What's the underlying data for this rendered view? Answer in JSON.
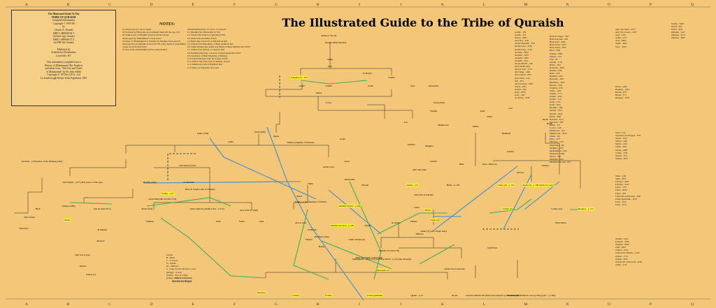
{
  "title": "The Illustrated Guide to the Tribe of Quraish",
  "info_lines": [
    "The Illustrated Guide To The",
    "TRIBE OF QURAISH",
    "Compiled Information",
    "Copyright © 1995-98",
    "by",
    "Charles E. Darnell",
    "ISBN 1-889949-02-7",
    "(in hard copy format)",
    "ISBN 1-889949-27-2",
    "(in PDF file format)",
    "",
    "Published by",
    "Vishnulouis Distribution,",
    "Louisville, KY",
    "",
    "This information compiled from a",
    "History of Muhammad (The Prophet)",
    "and taken from, \"The Life and Times",
    "of Muhammad\" by Sir John Glubb",
    "Copyright © 1970 by J.B.G., Ltd",
    "1st Scarborough House Trade Paperback 1991"
  ],
  "notes_title": "NOTES:",
  "notes_left": [
    "#1 Khuzaa drove out by Qusai",
    "#2 Suckled by Halceema and remained there till the age of 6",
    "#3 Orphan son of Hashim reared in uncle's house",
    "#4 Adopted by Muhammad to help uncle",
    "#5 None of Muhammad's 6 children by Khadija lived past 40",
    "#6 Raised by grandfather from 576-578. After death of grandfather raised by uncle Abu Talib",
    "#7 Abu Talib and Abdulla had the same mother"
  ],
  "notes_right": [
    "#8 Muhammad had 13 wives, as follows:",
    "#  1 Khadija bint Khuwailid m 595",
    "#  2 Sauda bint Zamaa of Quraish m 619",
    "#  3 Aisha bint abu Bekr m 623",
    "#  4 Hafsa bint Umar ibn al Khattab m 625",
    "#  5 Zainab bint Khuzaima, of Beni Aamir m 625",
    "#  6 Umm Salama (her name was Hind) of Beni Makhzoom m 626",
    "#  7 Zainab bint Jahash, a cousin m 626",
    "#  8 Railiana bint Amr, a Jewess of Beni Quraidha m 627",
    "#  9 Juwairiya of Beni Mustaliq of Khuzaa",
    "# 10 Umm Habeeba bint abi Sofian m 628",
    "# 11 Safiya bint Huyai ibn al Akhtab, Jewess",
    "# 12 Maimoona bint al Harith m 629",
    "# 13 Mary, an Egyptian slave girl"
  ],
  "col_letters": [
    "A",
    "B",
    "C",
    "D",
    "E",
    "F",
    "G",
    "H",
    "I",
    "J",
    "K",
    "L",
    "M",
    "N",
    "O",
    "P",
    "Q"
  ],
  "col_lists": {
    "q1": [
      "Aamir - J52",
      "Aamir - J57",
      "Abbas - M61",
      "Abd Dar - A49",
      "Abdul Muttalib - F61",
      "Abdul Uzza - K49",
      "Abdul Uzza - L49",
      "Abdulla - H54",
      "Abdulla - M57",
      "Abdulla - M47",
      "Abdulla - P51",
      "Abdul Manaf - I48",
      "Abd Shams B47",
      "Abu al Aasi - C53",
      "Abu Bekr - O48",
      "Abu Sofian - B55",
      "Abu Talib - G61",
      "Adi - P51",
      "Ali ibn Kaab - D82",
      "Aman - O61",
      "Amina - J82",
      "Asbi - M70",
      "Asbi - O47",
      "Al Abbas - K58"
    ],
    "q2": [
      "Amr abu Jahal - K73",
      "Amr ibn al Aasi - A78",
      "Aasi - L63",
      "Asma - L57",
      "Asia - M64",
      "Asma - K64",
      "Syuc - M72"
    ],
    "q3": [
      "Nabnu - M22",
      "Nofal - E67",
      "Nofal - K47",
      "Othman - A47",
      "Othman - K74",
      "Othman - D65"
    ],
    "q4": [
      "Rabia - A69",
      "Ruqaiya - Q61",
      "Razah - P57",
      "Riyah - F71",
      "Ruqaiya - H76"
    ],
    "q5": [
      "Saad - L31",
      "Saad ibn abi Waqqas - F79",
      "Saeed - C62",
      "Safiya - O61",
      "Salma - O41",
      "Sahm - N61",
      "Sauda - N68",
      "Sofian - L59",
      "Shaiba - F71",
      "Shaiba - D25"
    ],
    "q6": [
      "Taim - L28",
      "Talib - F67",
      "Umaiya - B53",
      "Umaiya - K44",
      "Umar - L55",
      "Umar - M33",
      "Umar - I56",
      "Umar ibn al Khattab - A82",
      "Umm Qualthum - K78",
      "Uzza - K22",
      "Uzza - K16"
    ],
    "q7": [
      "Wuhab - Q35",
      "Waqqas - K69",
      "Yaqdhu - M28",
      "Zaid - M57",
      "Zainab - K79",
      "Zainab ibn Haritha - O76",
      "Zubair - C76",
      "Zubair - K65",
      "Zubair ibn al Awwam - K66",
      "Zuhra - L52"
    ],
    "p1": [
      "Beni Al Najjar - E47",
      "Beni Kinanah - K8",
      "Beni Saad - K65",
      "Beni Zuhra - H53",
      "Beni Zuhra - P63",
      "Bilal - N60",
      "Fatima - H83",
      "Fatima - J76",
      "Fihr - I6",
      "Ghalib - L18",
      "Hafsa - P41",
      "Haleema - K69",
      "Hamza - N61",
      "Harb - A57",
      "Hashim - D47",
      "Hawazin - K67",
      "Hudhaifa - O53",
      "Husain - N23",
      "Ibrahim - P76",
      "Jaafar - G65",
      "Jahash - C73",
      "Jumah - O32",
      "Juraha - L12",
      "Kaab - L33",
      "Kaab - N22",
      "Khadija - J69",
      "Khalaf - O51",
      "Khalid - M41",
      "Kilab - H48",
      "Kinanah - K11",
      "Kinanah - J58",
      "Kinda - K7",
      "Lowai - L20",
      "Maimoona - I61",
      "Makhzoom - M30",
      "Malik - K3",
      "Mary - P77",
      "Marwan - C65",
      "Maymuna - I61",
      "Mughira - L67",
      "Muhammad - L69",
      "Mukassir - A69",
      "Murra - J23",
      "Muttalib - E42",
      "Muttalib ibn Adi - B77"
    ]
  },
  "legend": [
    "Guide:",
    "B - Birth",
    "C - Convert",
    "D - Death",
    "M - Married",
    "p - page # from reference work",
    "(Reign) - A note",
    "(Num) - Year if 3 digit",
    "(Num) - Wife if 1 or 2 digit"
  ],
  "other_corp": [
    "Other Converts:",
    "Saad ibn abi Waqqas"
  ],
  "nodes": {
    "adnan": "Adnan (c 36-12)",
    "fihr": "Fihr",
    "malik": "Malik",
    "kinana": "Kinana (Bani Kinana)",
    "lowai": "Lowai",
    "ghalib": "Ghalib",
    "muharib": "Muharib",
    "harith": "Al Harith",
    "aamir": "Aamir",
    "usama": "Usama",
    "asuia": "Asuia",
    "saad": "Saad",
    "khuzaima": "Khuzaima",
    "murra": "Murra",
    "kaab": "Kaab (599)",
    "kilab": "Kilab (580)",
    "adi": "Adi",
    "qusai": "Qusai",
    "yaqdhu": "Yaqdhu",
    "hubba": "Hubba (daughter of Khuzaa)",
    "abd_manaf": "Abd Manaf (430)",
    "abd_dar": "Abd Dar - p 64 (slave of the Khuzaa) (432)",
    "abd_uzza": "Abdul Uzza",
    "zuhra": "Zuhra (378)",
    "hashim": "Hashim (464)",
    "abd_shams": "Abd Shams - p 67 (432) (slave of the sun)",
    "muttalib": "Al Muttalib",
    "nofal": "Nofal",
    "umaiya": "Umaiya (489)",
    "abdul_muttalib": "Abdul Muttalib #3 (497-578)",
    "salma": "Salma - p 67",
    "wahb": "Wahb",
    "beni_najjar": "Beni Al Najjar (clan in Yathrib)",
    "harb": "Harb",
    "abu_al_aasi": "Abu Al Aasi (571)",
    "abu_sofian": "Abu Sofian",
    "muawiya": "Muawiya",
    "sauda_abu": "Sauda",
    "al_hakam": "Al Hakam",
    "marwan": "Marwan",
    "affan": "Affan (534)",
    "othman": "Othman",
    "abu_lahab": "Abu Lahab #5 (Abdul Uzza - p 113)",
    "abu_talib": "Abu Talib #7 (540)",
    "abbas": "Al Abbas",
    "hamza": "Hamza",
    "abdulla": "Abdulla #7 (545-570)",
    "amina": "Amina - p 81 (daughter of Wahb)",
    "muhammad": "Muhammad - #6 (b:570) (m:595) (d:632 - p 21) (The Prophet)",
    "khadija": "Khadija (d:619 - p 93)",
    "halceema": "Halceema #2",
    "aisha": "Aisha (3) (only virgin wife)",
    "abu_bekr": "Abu Bekr (Atik)",
    "umar": "Umar",
    "fatima": "Fatima",
    "zainab": "Zainab",
    "ruqaiya": "Ruqaiya",
    "umm_qualthum": "Umm Qualthum",
    "qasim": "Qasim - p 15",
    "ali": "Ali #4",
    "zaid": "Zaid ibn Haritha #6 (freed and adopted by Muhammad)",
    "ibrahim": "Ibrahim (Muhammad's son by Mary) (m 7 - p 382)",
    "talib": "Talib",
    "jaafar": "Jaafar",
    "aqil": "Aqil",
    "hafsa": "Hafsa",
    "sauda": "Sauda (2)",
    "safiya": "Safiya (2)",
    "baby_girl": "baby girl - p 135",
    "ruqaiya_p151": "Ruqaiya - p 151",
    "aamir_p51": "Aamir - p 51",
    "bilal": "Bilal",
    "slave_bilal": "slave - Bilal (c)",
    "waraqa": "Waraqa",
    "khuwailid": "Khuwailid",
    "asad": "Asad",
    "maimoona": "Maimoona (12) - p 238",
    "zubair": "Zubair",
    "abu_al_aasi2": "Abu al Aasi",
    "al_harith": "Al Harith",
    "beni_saad": "Beni Saad Tribe of Hawazin",
    "jahash": "Jahash",
    "zainab7": "Zainab (7)",
    "daughter_235": "daughter m - 235",
    "three_other": "3 other sons",
    "beni_zuhra": "Beni Zuhra",
    "note8": "NOTE #8",
    "makhzoom": "Makhzoom",
    "jumah": "Jumah",
    "sahm": "Sahm",
    "huth": "Hudhaifa",
    "khalaf": "Khalaf",
    "umaiya2": "Umaiya",
    "safwan": "Safwan",
    "hafsa_p": "Hafsa - p 156",
    "umar_ibn": "Umar ibn al Khattab",
    "adi2": "Adi",
    "riyah": "Riyah",
    "razah": "Razah",
    "kahid": "Khalid",
    "mughira": "Mughira",
    "abdulla2": "Abdulla",
    "abu_jahl": "Amr abu Jahal",
    "aisha_p": "Aisha (3) - p 160 married at age 9",
    "asma": "Asma",
    "taim": "Taim",
    "zahra": "Zuhra",
    "sad": "Saad ibn abi Waqqas",
    "ithmd": "Umm Salama (6)",
    "zubair_awwam": "Zubair ibn al Awwam",
    "husain": "Husain",
    "hasan": "Hasan",
    "hubaira": "Hubaira",
    "amr_aas": "Amr ibn al Aasi"
  }
}
